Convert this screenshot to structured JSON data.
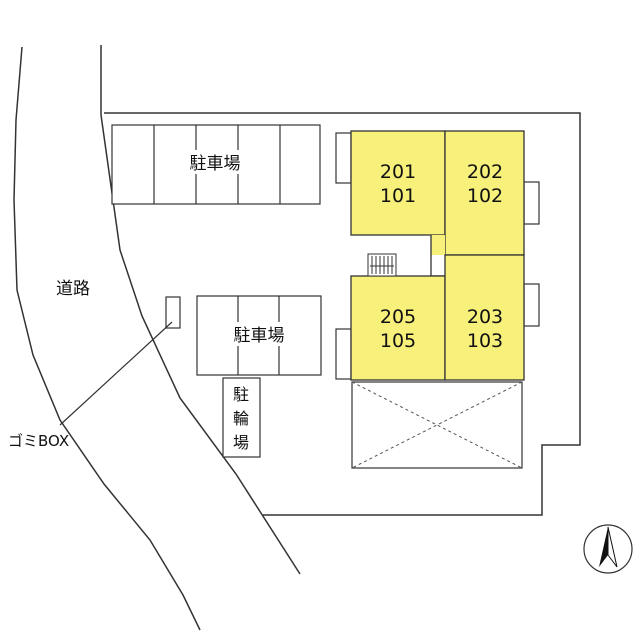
{
  "road": {
    "label": "道路"
  },
  "garbage": {
    "label": "ゴミBOX"
  },
  "parking_top": {
    "label": "駐車場"
  },
  "parking_mid": {
    "label": "駐車場"
  },
  "bicycle": {
    "label_chars": [
      "駐",
      "輪",
      "場"
    ]
  },
  "units": [
    {
      "upper": "201",
      "lower": "101"
    },
    {
      "upper": "202",
      "lower": "102"
    },
    {
      "upper": "205",
      "lower": "105"
    },
    {
      "upper": "203",
      "lower": "103"
    }
  ],
  "colors": {
    "unit_fill": "#f7f07a",
    "line": "#333333"
  },
  "north_arrow": {
    "icon": "north-arrow-icon"
  }
}
